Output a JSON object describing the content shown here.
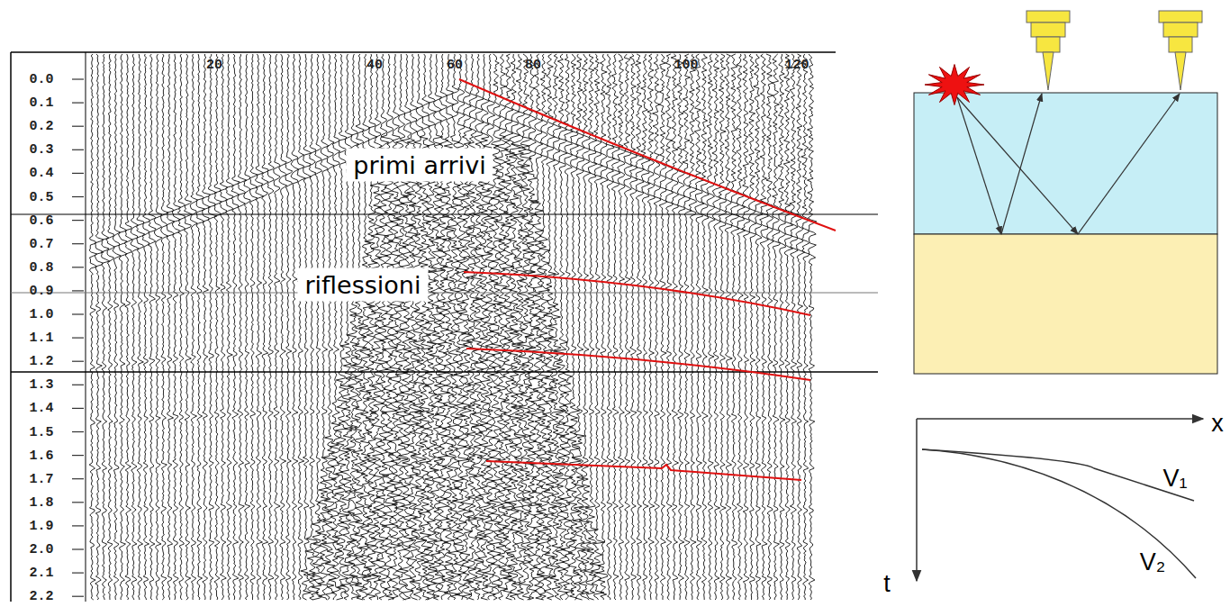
{
  "diagram": {
    "labels": [
      "20",
      "40",
      "60",
      "80",
      "100",
      "120",
      "primi arrivi",
      "riflessioni",
      "0.0",
      "0.1",
      "0.2",
      "0.3",
      "0.4",
      "0.5",
      "0.6",
      "0.7",
      "0.8",
      "0.9",
      "1.0",
      "1.1",
      "1.2",
      "1.3",
      "1.4",
      "1.5",
      "1.6",
      "1.7",
      "1.8",
      "1.9",
      "2.0",
      "2.1",
      "2.2",
      "x",
      "t",
      "V₁",
      "V₂"
    ]
  }
}
